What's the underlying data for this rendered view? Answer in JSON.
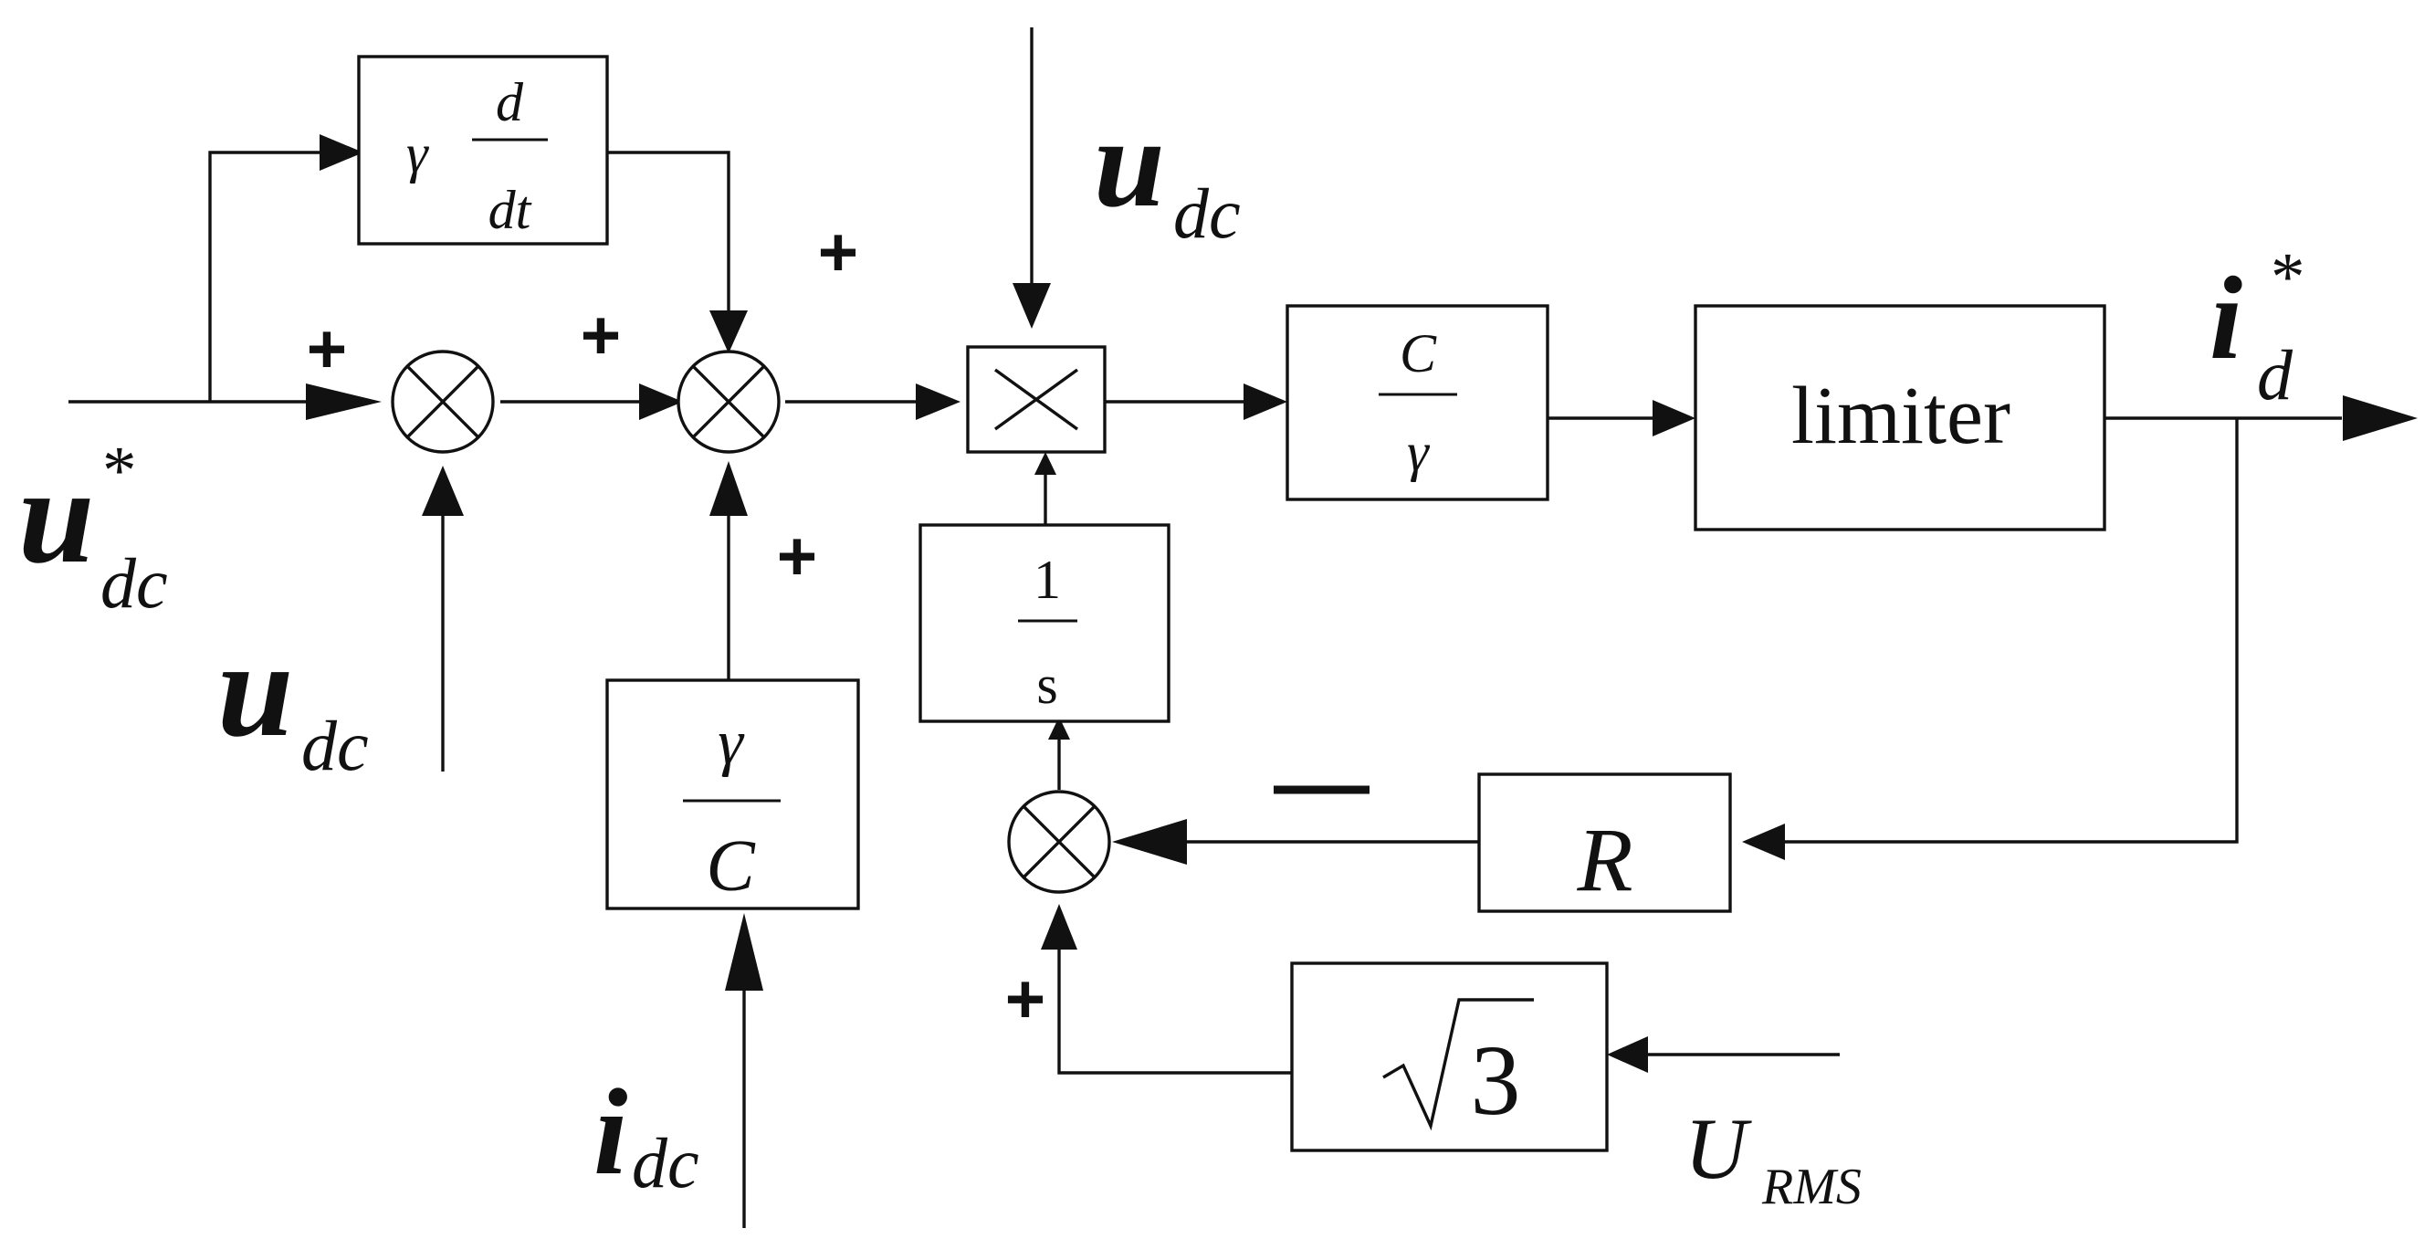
{
  "labels": {
    "u": "u",
    "i": "i",
    "U": "U",
    "star": "*",
    "dc": "dc",
    "d": "d",
    "rms": "RMS",
    "gamma": "γ",
    "dt": "dt",
    "C": "C",
    "one": "1",
    "s": "s",
    "limiter": "limiter",
    "R": "R",
    "three": "3",
    "plus": "+"
  },
  "colors": {
    "ink": "#111111",
    "background": "#ffffff"
  }
}
